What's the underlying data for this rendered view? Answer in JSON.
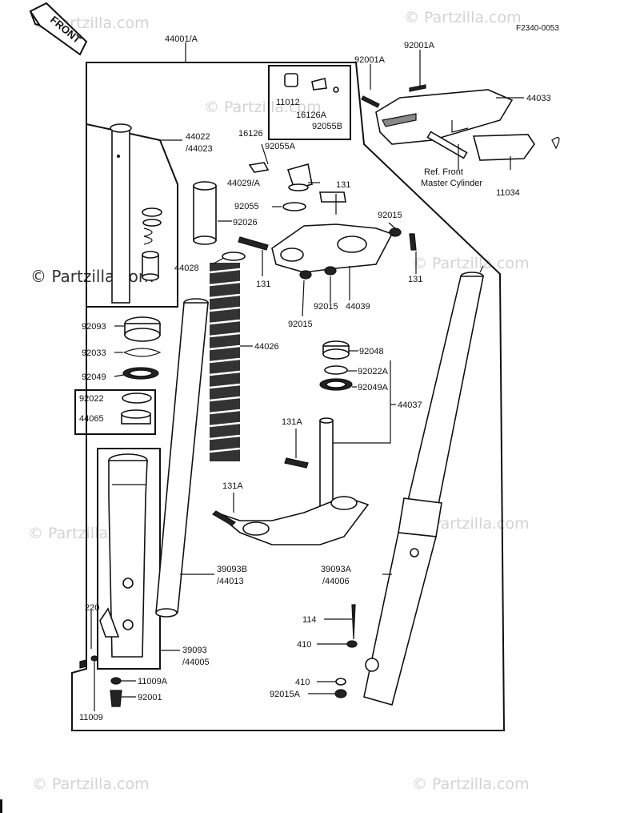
{
  "figure_code": "F2340-0053",
  "front_arrow": "FRONT",
  "watermarks": {
    "left_strong": "© Partzilla.com",
    "faint": "© Partzilla.com"
  },
  "labels": {
    "l_44001A": "44001/A",
    "l_92001A_a": "92001A",
    "l_92001A_b": "92001A",
    "l_44033": "44033",
    "l_11012": "11012",
    "l_16126A": "16126A",
    "l_92055B": "92055B",
    "l_16126": "16126",
    "l_92055A": "92055A",
    "l_44022": "44022",
    "l_44023": "/44023",
    "l_44029A": "44029/A",
    "l_131_top": "131",
    "l_ref_front": "Ref. Front",
    "l_master_cyl": "Master Cylinder",
    "l_11034": "11034",
    "l_92055": "92055",
    "l_92015_top": "92015",
    "l_92026": "92026",
    "l_44028": "44028",
    "l_131_mid": "131",
    "l_131_right": "131",
    "l_92015_a": "92015",
    "l_92015_b": "92015",
    "l_44039": "44039",
    "l_92093": "92093",
    "l_44026": "44026",
    "l_92048": "92048",
    "l_92033": "92033",
    "l_92022A": "92022A",
    "l_92049": "92049",
    "l_92049A": "92049A",
    "l_92022": "92022",
    "l_44037": "44037",
    "l_44065": "44065",
    "l_131A_a": "131A",
    "l_131A_b": "131A",
    "l_39093B": "39093B",
    "l_44013": "/44013",
    "l_39093A": "39093A",
    "l_44006": "/44006",
    "l_220": "220",
    "l_114": "114",
    "l_39093": "39093",
    "l_44005": "/44005",
    "l_410_a": "410",
    "l_11009A": "11009A",
    "l_410_b": "410",
    "l_92001": "92001",
    "l_92015A": "92015A",
    "l_11009": "11009"
  }
}
